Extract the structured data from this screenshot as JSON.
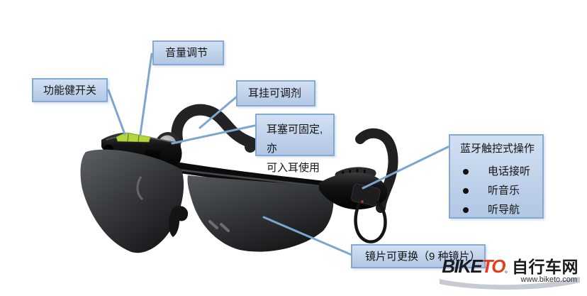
{
  "callouts": {
    "volume": {
      "label": "音量调节"
    },
    "function_key": {
      "label": "功能健开关"
    },
    "ear_hook": {
      "label": "耳挂可调剂"
    },
    "earbud": {
      "line1": "耳塞可固定,亦",
      "line2": "可入耳使用"
    },
    "bluetooth": {
      "title": "蓝牙触控式操作",
      "items": [
        {
          "label": "电话接听"
        },
        {
          "label": "听音乐"
        },
        {
          "label": "听导航"
        }
      ]
    },
    "lens": {
      "label": "镜片可更换（9 种镜片）"
    }
  },
  "logo": {
    "brand_black": "BIKE",
    "brand_red": "TO",
    "separator": "。",
    "brand_cn": "自行车网",
    "website": "www.biketo.com"
  },
  "colors": {
    "callout_fill_top": "#d2e0f3",
    "callout_fill_bottom": "#b2c7e5",
    "callout_border": "#84a9d3",
    "connector_line": "#7da6cf",
    "button_green": "#b6d53c",
    "logo_red": "#e63c1e",
    "logo_black": "#1b1b1f",
    "earbud_gray": "#a8a8a8"
  }
}
